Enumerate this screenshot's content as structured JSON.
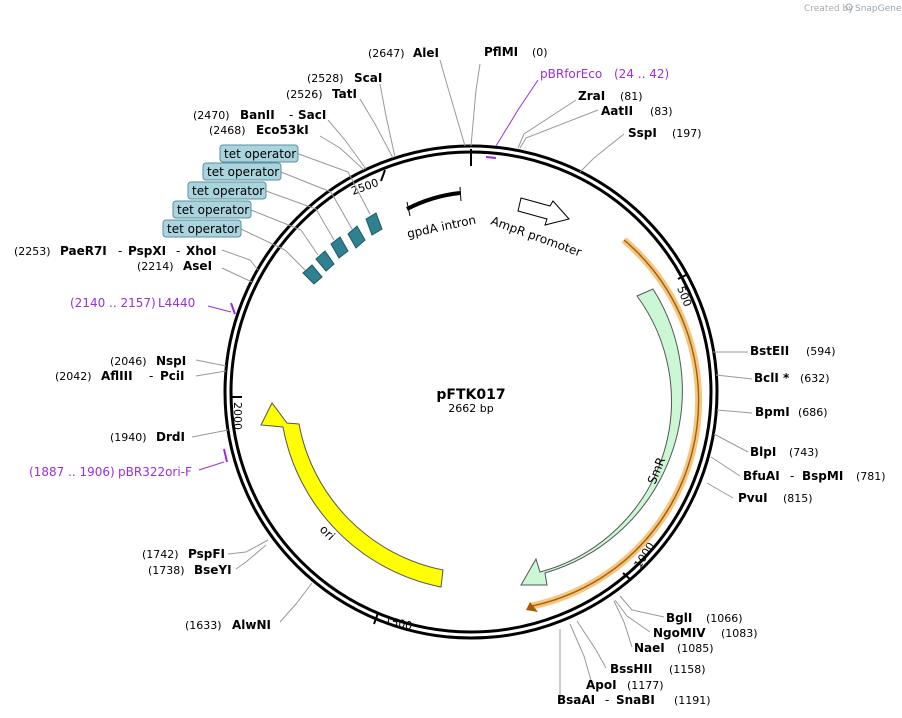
{
  "credit": {
    "prefix": "Created by",
    "brand": "SnapGene"
  },
  "plasmid": {
    "name": "pFTK017",
    "length_label": "2662 bp"
  },
  "ticks": [
    "500",
    "1000",
    "1500",
    "2000",
    "2500"
  ],
  "features": {
    "gpda_intron": "gpdA intron",
    "ampr_promoter": "AmpR promoter",
    "smr": "SmR",
    "ori": "ori",
    "tet_operator": [
      "tet operator",
      "tet operator",
      "tet operator",
      "tet operator",
      "tet operator"
    ]
  },
  "enzymes_right": [
    {
      "pos": "(0)",
      "name": "PflMI"
    },
    {
      "pos": "(81)",
      "name": "ZraI"
    },
    {
      "pos": "(83)",
      "name": "AatII"
    },
    {
      "pos": "(197)",
      "name": "SspI"
    },
    {
      "pos": "(594)",
      "name": "BstEII"
    },
    {
      "pos": "(632)",
      "name": "BclI *"
    },
    {
      "pos": "(686)",
      "name": "BpmI"
    },
    {
      "pos": "(743)",
      "name": "BlpI"
    },
    {
      "pos": "(781)",
      "name": "BfuAI",
      "name2": "BspMI"
    },
    {
      "pos": "(815)",
      "name": "PvuI"
    },
    {
      "pos": "(1066)",
      "name": "BglI"
    },
    {
      "pos": "(1083)",
      "name": "NgoMIV"
    },
    {
      "pos": "(1085)",
      "name": "NaeI"
    },
    {
      "pos": "(1158)",
      "name": "BssHII"
    },
    {
      "pos": "(1177)",
      "name": "ApoI"
    },
    {
      "pos": "(1191)",
      "name": "BsaAI",
      "name2": "SnaBI"
    }
  ],
  "enzymes_left": [
    {
      "pos": "(2647)",
      "name": "AleI"
    },
    {
      "pos": "(2528)",
      "name": "ScaI"
    },
    {
      "pos": "(2526)",
      "name": "TatI"
    },
    {
      "pos": "(2470)",
      "name": "BanII",
      "name2": "SacI"
    },
    {
      "pos": "(2468)",
      "name": "Eco53kI"
    },
    {
      "pos": "(2253)",
      "name": "PaeR7I",
      "name2": "PspXI",
      "name3": "XhoI"
    },
    {
      "pos": "(2214)",
      "name": "AseI"
    },
    {
      "pos": "(2046)",
      "name": "NspI"
    },
    {
      "pos": "(2042)",
      "name": "AflIII",
      "name2": "PciI"
    },
    {
      "pos": "(1940)",
      "name": "DrdI"
    },
    {
      "pos": "(1742)",
      "name": "PspFI"
    },
    {
      "pos": "(1738)",
      "name": "BseYI"
    },
    {
      "pos": "(1633)",
      "name": "AlwNI"
    }
  ],
  "primers": [
    {
      "name": "pBRforEco",
      "pos": "(24 .. 42)"
    },
    {
      "name": "L4440",
      "pos": "(2140 .. 2157)"
    },
    {
      "name": "pBR322ori-F",
      "pos": "(1887 .. 1906)"
    }
  ],
  "colors": {
    "primer": "#9b2fd9",
    "smr_fill": "#ccf7d4",
    "ori_fill": "#ffff00",
    "tet_box": "#a9d4dd",
    "operator_mark": "#2f8090",
    "orf_line": "#e8a94a"
  }
}
